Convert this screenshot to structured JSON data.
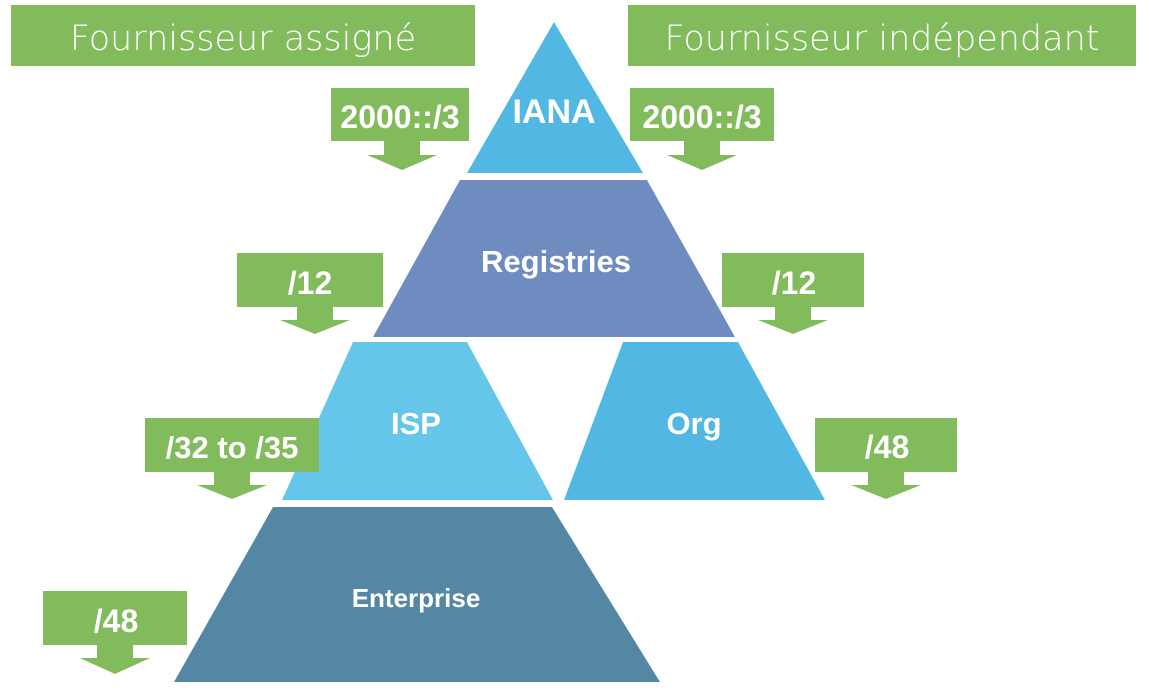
{
  "colors": {
    "green": "#82bb5c",
    "iana": "#52b8e3",
    "registries": "#6e8cc0",
    "isp": "#65c6ea",
    "org": "#52b8e3",
    "enterprise": "#5487a3",
    "text": "#ffffff"
  },
  "headers": {
    "left": "Fournisseur assigné",
    "right": "Fournisseur indépendant"
  },
  "tiers": {
    "iana": "IANA",
    "registries": "Registries",
    "isp": "ISP",
    "org": "Org",
    "enterprise": "Enterprise"
  },
  "callouts": {
    "iana_left": "2000::/3",
    "iana_right": "2000::/3",
    "registries_left": "/12",
    "registries_right": "/12",
    "isp": "/32 to /35",
    "org": "/48",
    "enterprise": "/48"
  }
}
